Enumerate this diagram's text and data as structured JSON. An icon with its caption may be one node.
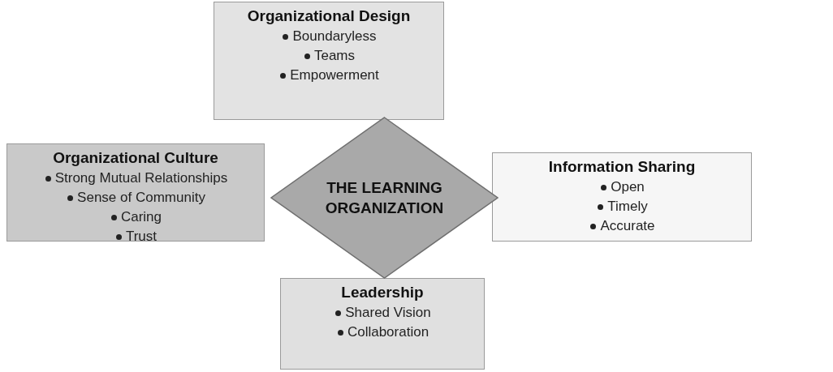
{
  "diagram": {
    "nodes": [
      {
        "text": [
          "Organizational Design",
          "Boundaryless",
          "Teams",
          "Empowerment"
        ]
      },
      {
        "text": [
          "Organizational Culture",
          "Strong Mutual Relationships",
          "Sense of Community",
          "Caring",
          "Trust"
        ]
      },
      {
        "text": [
          "THE LEARNING ORGANIZATION"
        ]
      },
      {
        "text": [
          "Information Sharing",
          "Open",
          "Timely",
          "Accurate"
        ]
      },
      {
        "text": [
          "Leadership",
          "Shared Vision",
          "Collaboration"
        ]
      }
    ]
  }
}
